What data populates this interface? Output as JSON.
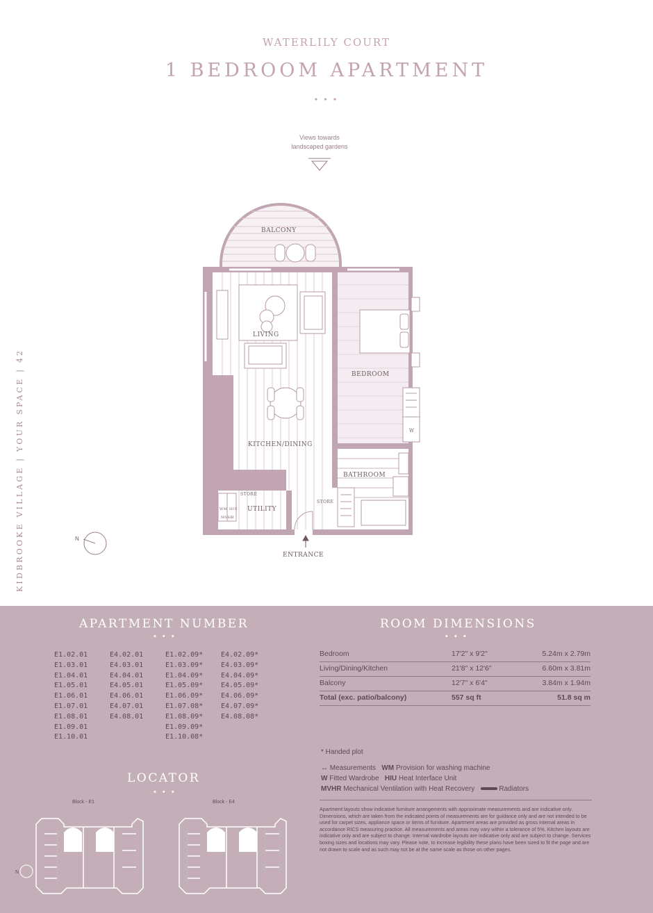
{
  "header": {
    "estate": "WATERLILY COURT",
    "title": "1 BEDROOM APARTMENT",
    "dots": "• • •"
  },
  "plan": {
    "views_line1": "Views towards",
    "views_line2": "landscaped gardens",
    "rooms": {
      "balcony": "BALCONY",
      "living": "LIVING",
      "bedroom": "BEDROOM",
      "kitchen": "KITCHEN/DINING",
      "bathroom": "BATHROOM",
      "utility": "UTILITY",
      "store": "STORE",
      "wm": "WM",
      "hiu": "HIU",
      "mvhr": "MVHR",
      "w": "W"
    },
    "entrance": "ENTRANCE",
    "north": "N"
  },
  "sidebar": "KIDBROOKE VILLAGE  |  YOUR SPACE  |  42",
  "apartment_number": {
    "heading": "APARTMENT NUMBER",
    "col1": [
      "E1.02.01",
      "E1.03.01",
      "E1.04.01",
      "E1.05.01",
      "E1.06.01",
      "E1.07.01",
      "E1.08.01",
      "E1.09.01",
      "E1.10.01"
    ],
    "col2": [
      "E4.02.01",
      "E4.03.01",
      "E4.04.01",
      "E4.05.01",
      "E4.06.01",
      "E4.07.01",
      "E4.08.01"
    ],
    "col3": [
      "E1.02.09*",
      "E1.03.09*",
      "E1.04.09*",
      "E1.05.09*",
      "E1.06.09*",
      "E1.07.08*",
      "E1.08.09*",
      "E1.09.09*",
      "E1.10.08*"
    ],
    "col4": [
      "E4.02.09*",
      "E4.03.09*",
      "E4.04.09*",
      "E4.05.09*",
      "E4.06.09*",
      "E4.07.09*",
      "E4.08.08*"
    ]
  },
  "room_dimensions": {
    "heading": "ROOM DIMENSIONS",
    "rows": [
      {
        "room": "Bedroom",
        "imperial": "17'2\" x 9'2\"",
        "metric": "5.24m x 2.79m"
      },
      {
        "room": "Living/Dining/Kitchen",
        "imperial": "21'8\" x 12'6\"",
        "metric": "6.60m x 3.81m"
      },
      {
        "room": "Balcony",
        "imperial": "12'7\" x 6'4\"",
        "metric": "3.84m x 1.94m"
      }
    ],
    "total": {
      "room": "Total (exc. patio/balcony)",
      "imperial": "557 sq ft",
      "metric": "51.8 sq m"
    }
  },
  "legend": {
    "handed": "* Handed plot",
    "measurements": "Measurements",
    "wm_key": "WM",
    "wm_desc": "Provision for washing machine",
    "w_key": "W",
    "w_desc": "Fitted Wardrobe",
    "hiu_key": "HIU",
    "hiu_desc": "Heat Interface Unit",
    "mvhr_key": "MVHR",
    "mvhr_desc": "Mechanical Ventilation with Heat Recovery",
    "radiators": "Radiators"
  },
  "disclaimer": "Apartment layouts show indicative furniture arrangements with approximate measurements and are indicative only. Dimensions, which are taken from the indicated points of measurements are for guidance only and are not intended to be used for carpet sizes, appliance space or items of furniture. Apartment areas are provided as gross internal areas in accordance RICS measuring practice. All measurements and areas may vary within a tolerance of 5%. Kitchen layouts are indicative only and are subject to change. Internal wardrobe layouts are indicative only and are subject to change. Services boxing sizes and locations may vary. Please note, to increase legibility these plans have been sized to fit the page and are not drawn to scale and as such may not be at the same scale as those on other pages.",
  "locator": {
    "heading": "LOCATOR",
    "block1": "Block - E1",
    "block2": "Block - E4",
    "north": "N"
  },
  "colors": {
    "wall": "#c2a5b3",
    "line": "#b89aa8",
    "panel": "#c4afb9",
    "heading_text": "#ffffff",
    "title_text": "#c4a3b1"
  }
}
